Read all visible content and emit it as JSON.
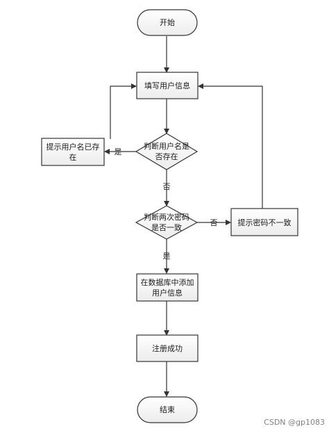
{
  "nodes": {
    "start": "开始",
    "fill_info": "填写用户信息",
    "check_exists_line1": "判断用户名是",
    "check_exists_line2": "否存在",
    "prompt_exists_line1": "提示用户名已存",
    "prompt_exists_line2": "在",
    "check_pwd_line1": "判断两次密码",
    "check_pwd_line2": "是否一致",
    "prompt_pwd": "提示密码不一致",
    "add_db_line1": "在数据库中添加",
    "add_db_line2": "用户信息",
    "register_ok": "注册成功",
    "end": "结束"
  },
  "edges": {
    "exists_yes": "是",
    "exists_no": "否",
    "pwd_no": "否",
    "pwd_yes": "是"
  },
  "watermark": "CSDN @gp1083"
}
